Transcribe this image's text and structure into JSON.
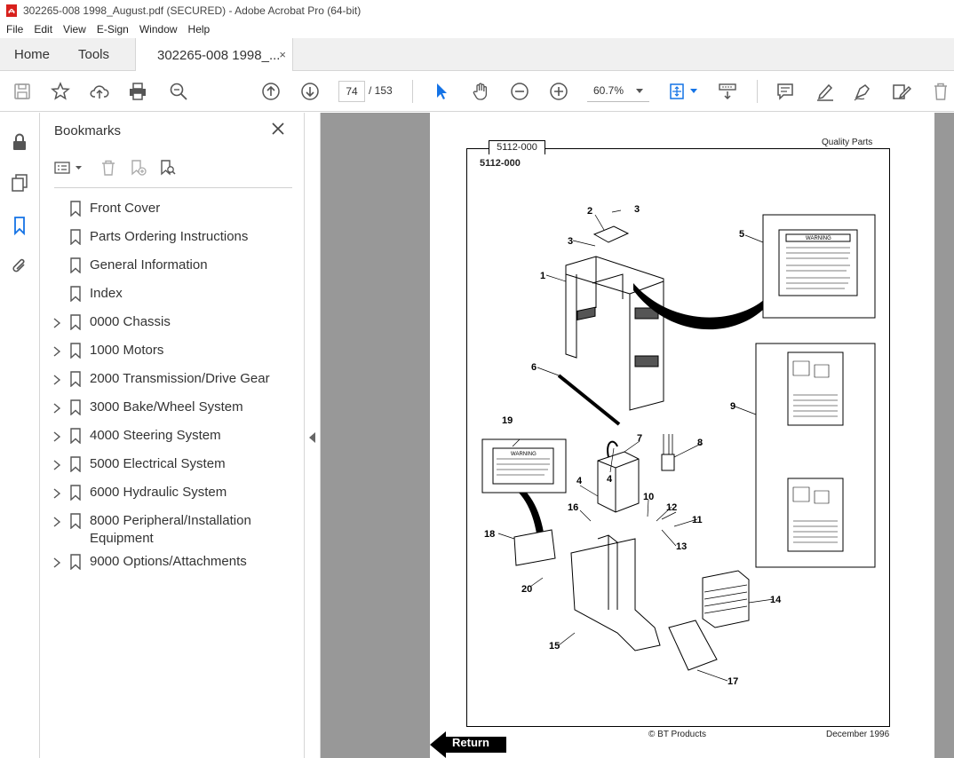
{
  "window": {
    "title": "302265-008 1998_August.pdf (SECURED) - Adobe Acrobat Pro (64-bit)"
  },
  "menu": [
    "File",
    "Edit",
    "View",
    "E-Sign",
    "Window",
    "Help"
  ],
  "tabs": {
    "home": "Home",
    "tools": "Tools",
    "document": "302265-008 1998_...",
    "close": "×"
  },
  "toolbar": {
    "current_page": "74",
    "page_total": "/  153",
    "zoom": "60.7%"
  },
  "bookmarks": {
    "title": "Bookmarks",
    "items": [
      {
        "label": "Front Cover",
        "expandable": false
      },
      {
        "label": "Parts Ordering Instructions",
        "expandable": false
      },
      {
        "label": "General Information",
        "expandable": false
      },
      {
        "label": "Index",
        "expandable": false
      },
      {
        "label": "0000 Chassis",
        "expandable": true
      },
      {
        "label": "1000 Motors",
        "expandable": true
      },
      {
        "label": "2000 Transmission/Drive Gear",
        "expandable": true
      },
      {
        "label": "3000 Bake/Wheel System",
        "expandable": true
      },
      {
        "label": "4000 Steering System",
        "expandable": true
      },
      {
        "label": "5000 Electrical System",
        "expandable": true
      },
      {
        "label": "6000 Hydraulic System",
        "expandable": true
      },
      {
        "label": "8000 Peripheral/Installation Equipment",
        "expandable": true
      },
      {
        "label": "9000 Options/Attachments",
        "expandable": true
      }
    ]
  },
  "document": {
    "tab_label": "5112-000",
    "section_id": "5112-000",
    "header_right": "Quality Parts",
    "footer_left": "© BT Products",
    "footer_right": "December 1996",
    "return_label": "Return",
    "callouts": [
      "1",
      "2",
      "3",
      "3",
      "4",
      "4",
      "5",
      "6",
      "7",
      "8",
      "9",
      "10",
      "11",
      "12",
      "13",
      "14",
      "15",
      "16",
      "17",
      "18",
      "19",
      "20"
    ],
    "warning_label": "WARNING"
  },
  "icons": {
    "title_icon": "pdf-icon",
    "accent": "#1473e6",
    "pdf_red": "#d8201c"
  }
}
